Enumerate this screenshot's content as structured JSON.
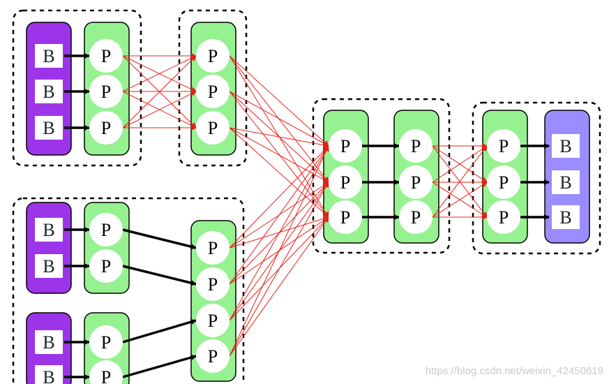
{
  "labels": {
    "batch": "B",
    "process": "P"
  },
  "colors": {
    "batch_source": "#9c35ea",
    "batch_sink": "#9b8cff",
    "process_column": "#96f291",
    "arrow_bold": "#000000",
    "arrow_shuffle": "#e8201a",
    "group_border": "#000000"
  },
  "watermark": "https://blog.csdn.net/weixin_42450619"
}
